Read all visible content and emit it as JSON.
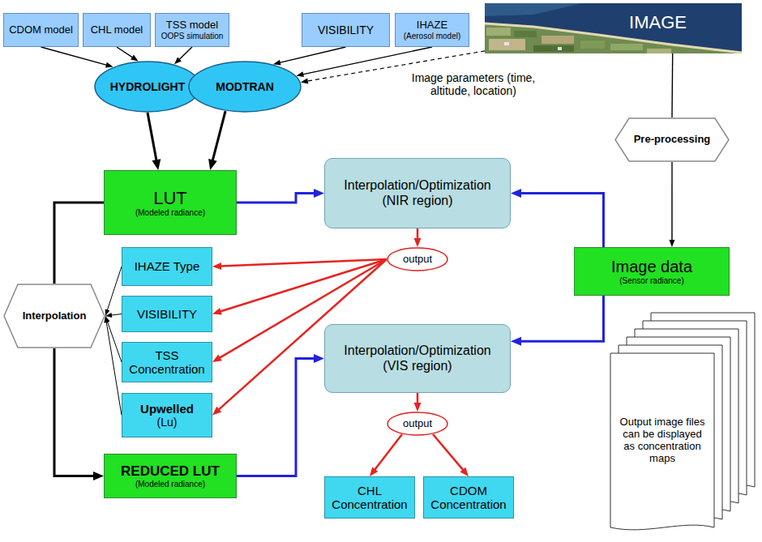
{
  "diagram": {
    "nodes": [
      {
        "text": [
          "CDOM model"
        ]
      },
      {
        "text": [
          "CHL model"
        ]
      },
      {
        "text": [
          "TSS model",
          "OOPS simulation"
        ]
      },
      {
        "text": [
          "VISIBILITY"
        ]
      },
      {
        "text": [
          "IHAZE",
          "(Aerosol model)"
        ]
      },
      {
        "text": [
          "IMAGE"
        ]
      },
      {
        "text": [
          "HYDROLIGHT"
        ]
      },
      {
        "text": [
          "MODTRAN"
        ]
      },
      {
        "text": [
          "Pre-processing"
        ]
      },
      {
        "text": [
          "LUT",
          "(Modeled radiance)"
        ]
      },
      {
        "text": [
          "Interpolation/Optimization",
          "(NIR region)"
        ]
      },
      {
        "text": [
          "output"
        ]
      },
      {
        "text": [
          "Image data",
          "(Sensor radiance)"
        ]
      },
      {
        "text": [
          "Interpolation"
        ]
      },
      {
        "text": [
          "IHAZE Type"
        ]
      },
      {
        "text": [
          "VISIBILITY"
        ]
      },
      {
        "text": [
          "TSS Concentration"
        ]
      },
      {
        "text": [
          "Interpolation/Optimization",
          "(VIS region)"
        ]
      },
      {
        "text": [
          "Upwelled",
          "(Lu)"
        ]
      },
      {
        "text": [
          "REDUCED LUT",
          "(Modeled radiance)"
        ]
      },
      {
        "text": [
          "output"
        ]
      },
      {
        "text": [
          "CHL Concentration"
        ]
      },
      {
        "text": [
          "CDOM Concentration"
        ]
      },
      {
        "text": [
          "Output image files can be displayed as concentration maps"
        ]
      }
    ],
    "edges": [
      {
        "from": 0,
        "to": 6,
        "arrow": "to"
      },
      {
        "from": 1,
        "to": 6,
        "arrow": "to"
      },
      {
        "from": 2,
        "to": 6,
        "arrow": "to"
      },
      {
        "from": 3,
        "to": 7,
        "arrow": "to"
      },
      {
        "from": 4,
        "to": 7,
        "arrow": "to"
      },
      {
        "from": 5,
        "to": 7,
        "arrow": "to"
      },
      {
        "from": 6,
        "to": 9,
        "arrow": "to"
      },
      {
        "from": 7,
        "to": 9,
        "arrow": "to"
      },
      {
        "from": 5,
        "to": 8,
        "arrow": "none"
      },
      {
        "from": 8,
        "to": 12,
        "arrow": "to"
      },
      {
        "from": 9,
        "to": 10,
        "arrow": "to"
      },
      {
        "from": 12,
        "to": 10,
        "arrow": "to"
      },
      {
        "from": 10,
        "to": 11,
        "arrow": "to"
      },
      {
        "from": 11,
        "to": 14,
        "arrow": "to"
      },
      {
        "from": 11,
        "to": 15,
        "arrow": "to"
      },
      {
        "from": 11,
        "to": 16,
        "arrow": "to"
      },
      {
        "from": 11,
        "to": 18,
        "arrow": "to"
      },
      {
        "from": 14,
        "to": 13,
        "arrow": "to"
      },
      {
        "from": 15,
        "to": 13,
        "arrow": "to"
      },
      {
        "from": 16,
        "to": 13,
        "arrow": "to"
      },
      {
        "from": 18,
        "to": 13,
        "arrow": "to"
      },
      {
        "from": 9,
        "to": 13,
        "arrow": "none"
      },
      {
        "from": 13,
        "to": 19,
        "arrow": "to"
      },
      {
        "from": 19,
        "to": 17,
        "arrow": "to"
      },
      {
        "from": 12,
        "to": 17,
        "arrow": "to"
      },
      {
        "from": 17,
        "to": 20,
        "arrow": "to"
      },
      {
        "from": 20,
        "to": 21,
        "arrow": "to"
      },
      {
        "from": 20,
        "to": 22,
        "arrow": "to"
      }
    ],
    "labels": [
      "Image parameters (time, altitude, location)"
    ]
  }
}
